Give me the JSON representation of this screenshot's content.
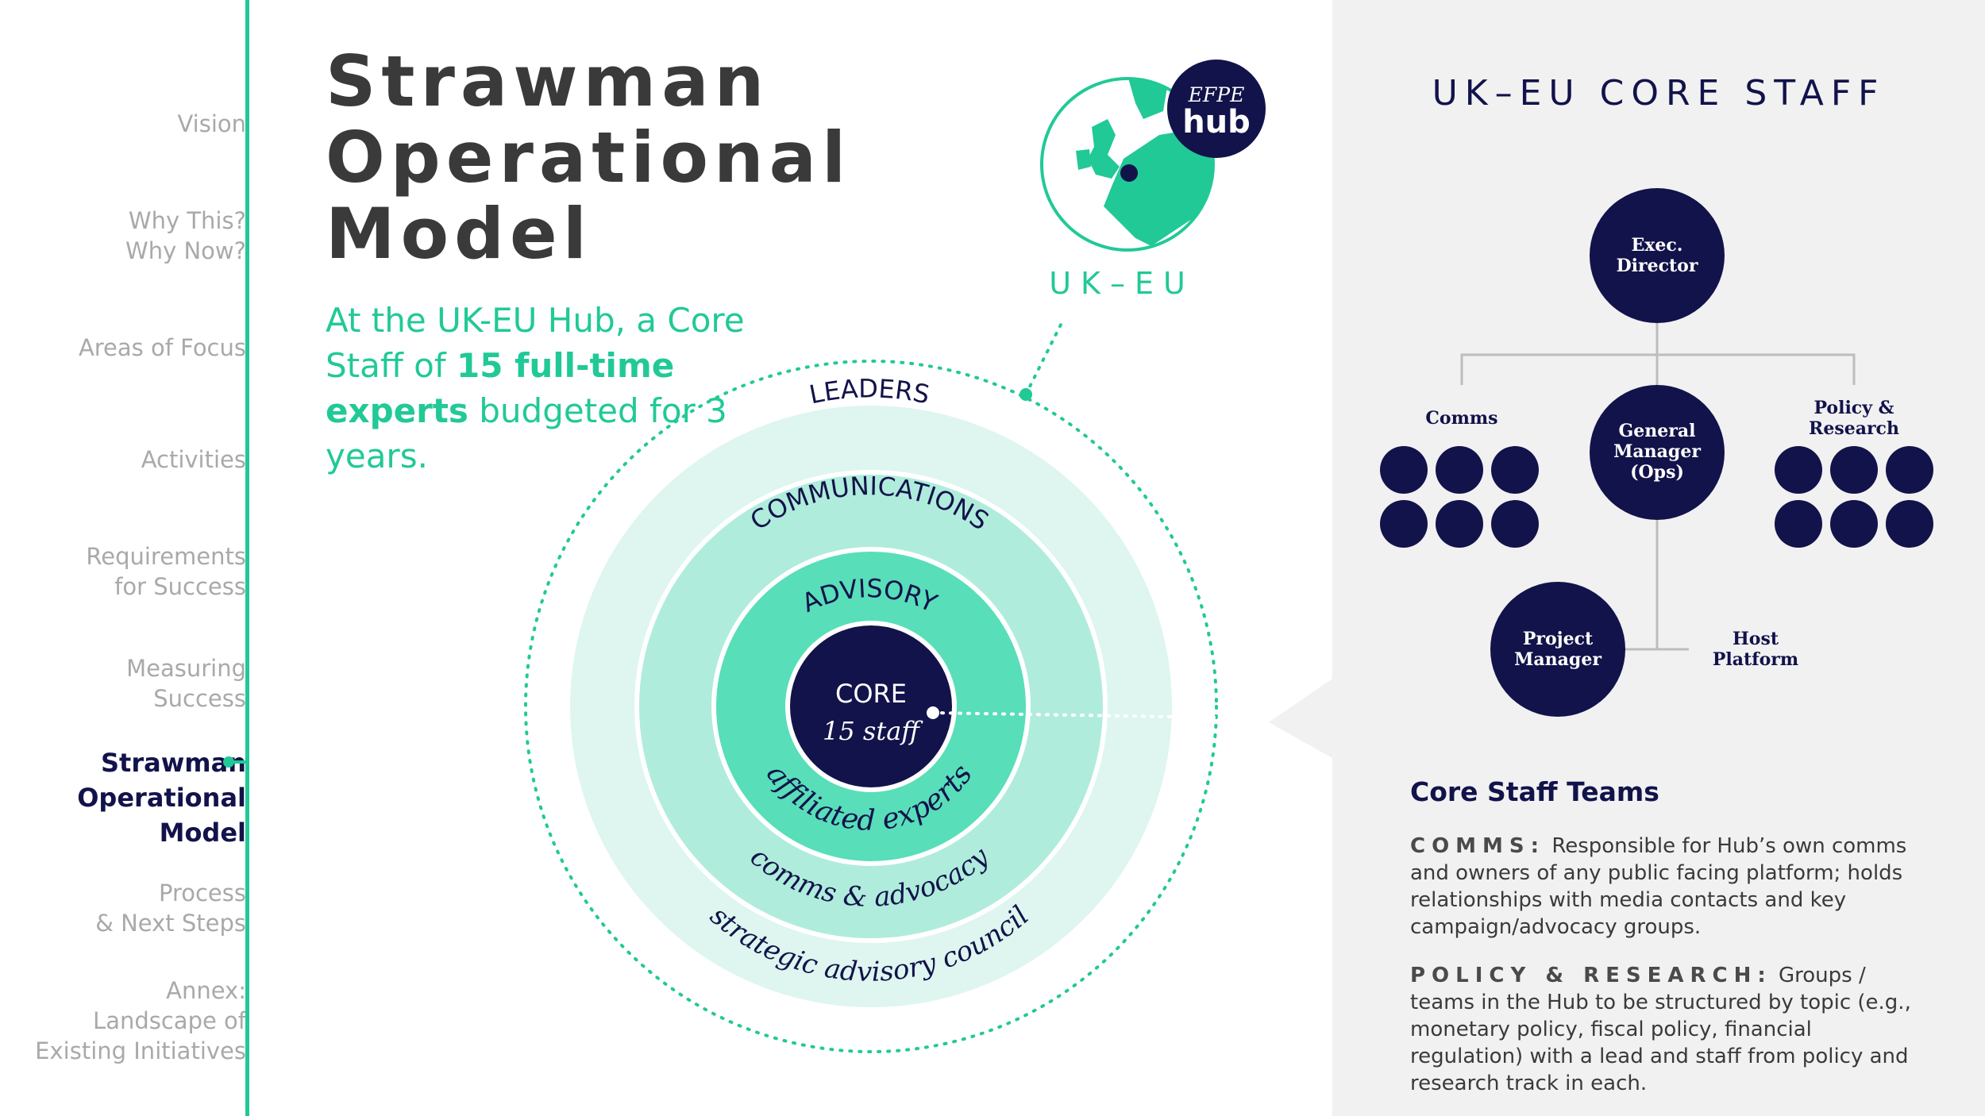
{
  "sidebar": {
    "items": [
      {
        "label": "Vision"
      },
      {
        "label": "Why This?\nWhy Now?"
      },
      {
        "label": "Areas of Focus"
      },
      {
        "label": "Activities"
      },
      {
        "label": "Requirements\nfor Success"
      },
      {
        "label": "Measuring\nSuccess"
      },
      {
        "label": "Strawman\nOperational\nModel"
      },
      {
        "label": "Process\n& Next Steps"
      },
      {
        "label": "Annex:\nLandscape of\nExisting Initiatives"
      }
    ]
  },
  "main": {
    "title": "Strawman\nOperational\nModel",
    "subtitle_part1": "At the UK-EU Hub, a Core Staff of ",
    "subtitle_bold": "15 full-time experts",
    "subtitle_part2": " budgeted for 3 years.",
    "logo_top": "EFPE",
    "logo_bottom": "hub",
    "region_label": "UK–EU"
  },
  "rings": {
    "leaders": "LEADERS",
    "communications": "COMMUNICATIONS",
    "advisory": "ADVISORY",
    "core": "CORE",
    "core_staff": "15 staff",
    "affiliated": "affiliated experts",
    "comms_advocacy": "comms & advocacy",
    "strategic": "strategic advisory council"
  },
  "panel": {
    "title": "UK–EU CORE STAFF",
    "exec": "Exec.\nDirector",
    "gm": "General\nManager\n(Ops)",
    "pm": "Project\nManager",
    "comms": "Comms",
    "policy": "Policy &\nResearch",
    "host": "Host\nPlatform",
    "teams_title": "Core Staff Teams",
    "comms_label": "COMMS:",
    "comms_desc": "Responsible for Hub’s own comms and owners of any public facing platform; holds relationships with media contacts and key campaign/advocacy groups.",
    "policy_label": "POLICY & RESEARCH:",
    "policy_desc": "Groups / teams in the Hub to be structured by topic (e.g., monetary policy, fiscal policy, financial regulation) with a lead and staff from policy and research track in each."
  },
  "colors": {
    "accent": "#21c997",
    "navy": "#12134a",
    "ring_outer": "#def6ef",
    "ring_mid": "#b0ecdc",
    "ring_inner": "#58deb9"
  }
}
